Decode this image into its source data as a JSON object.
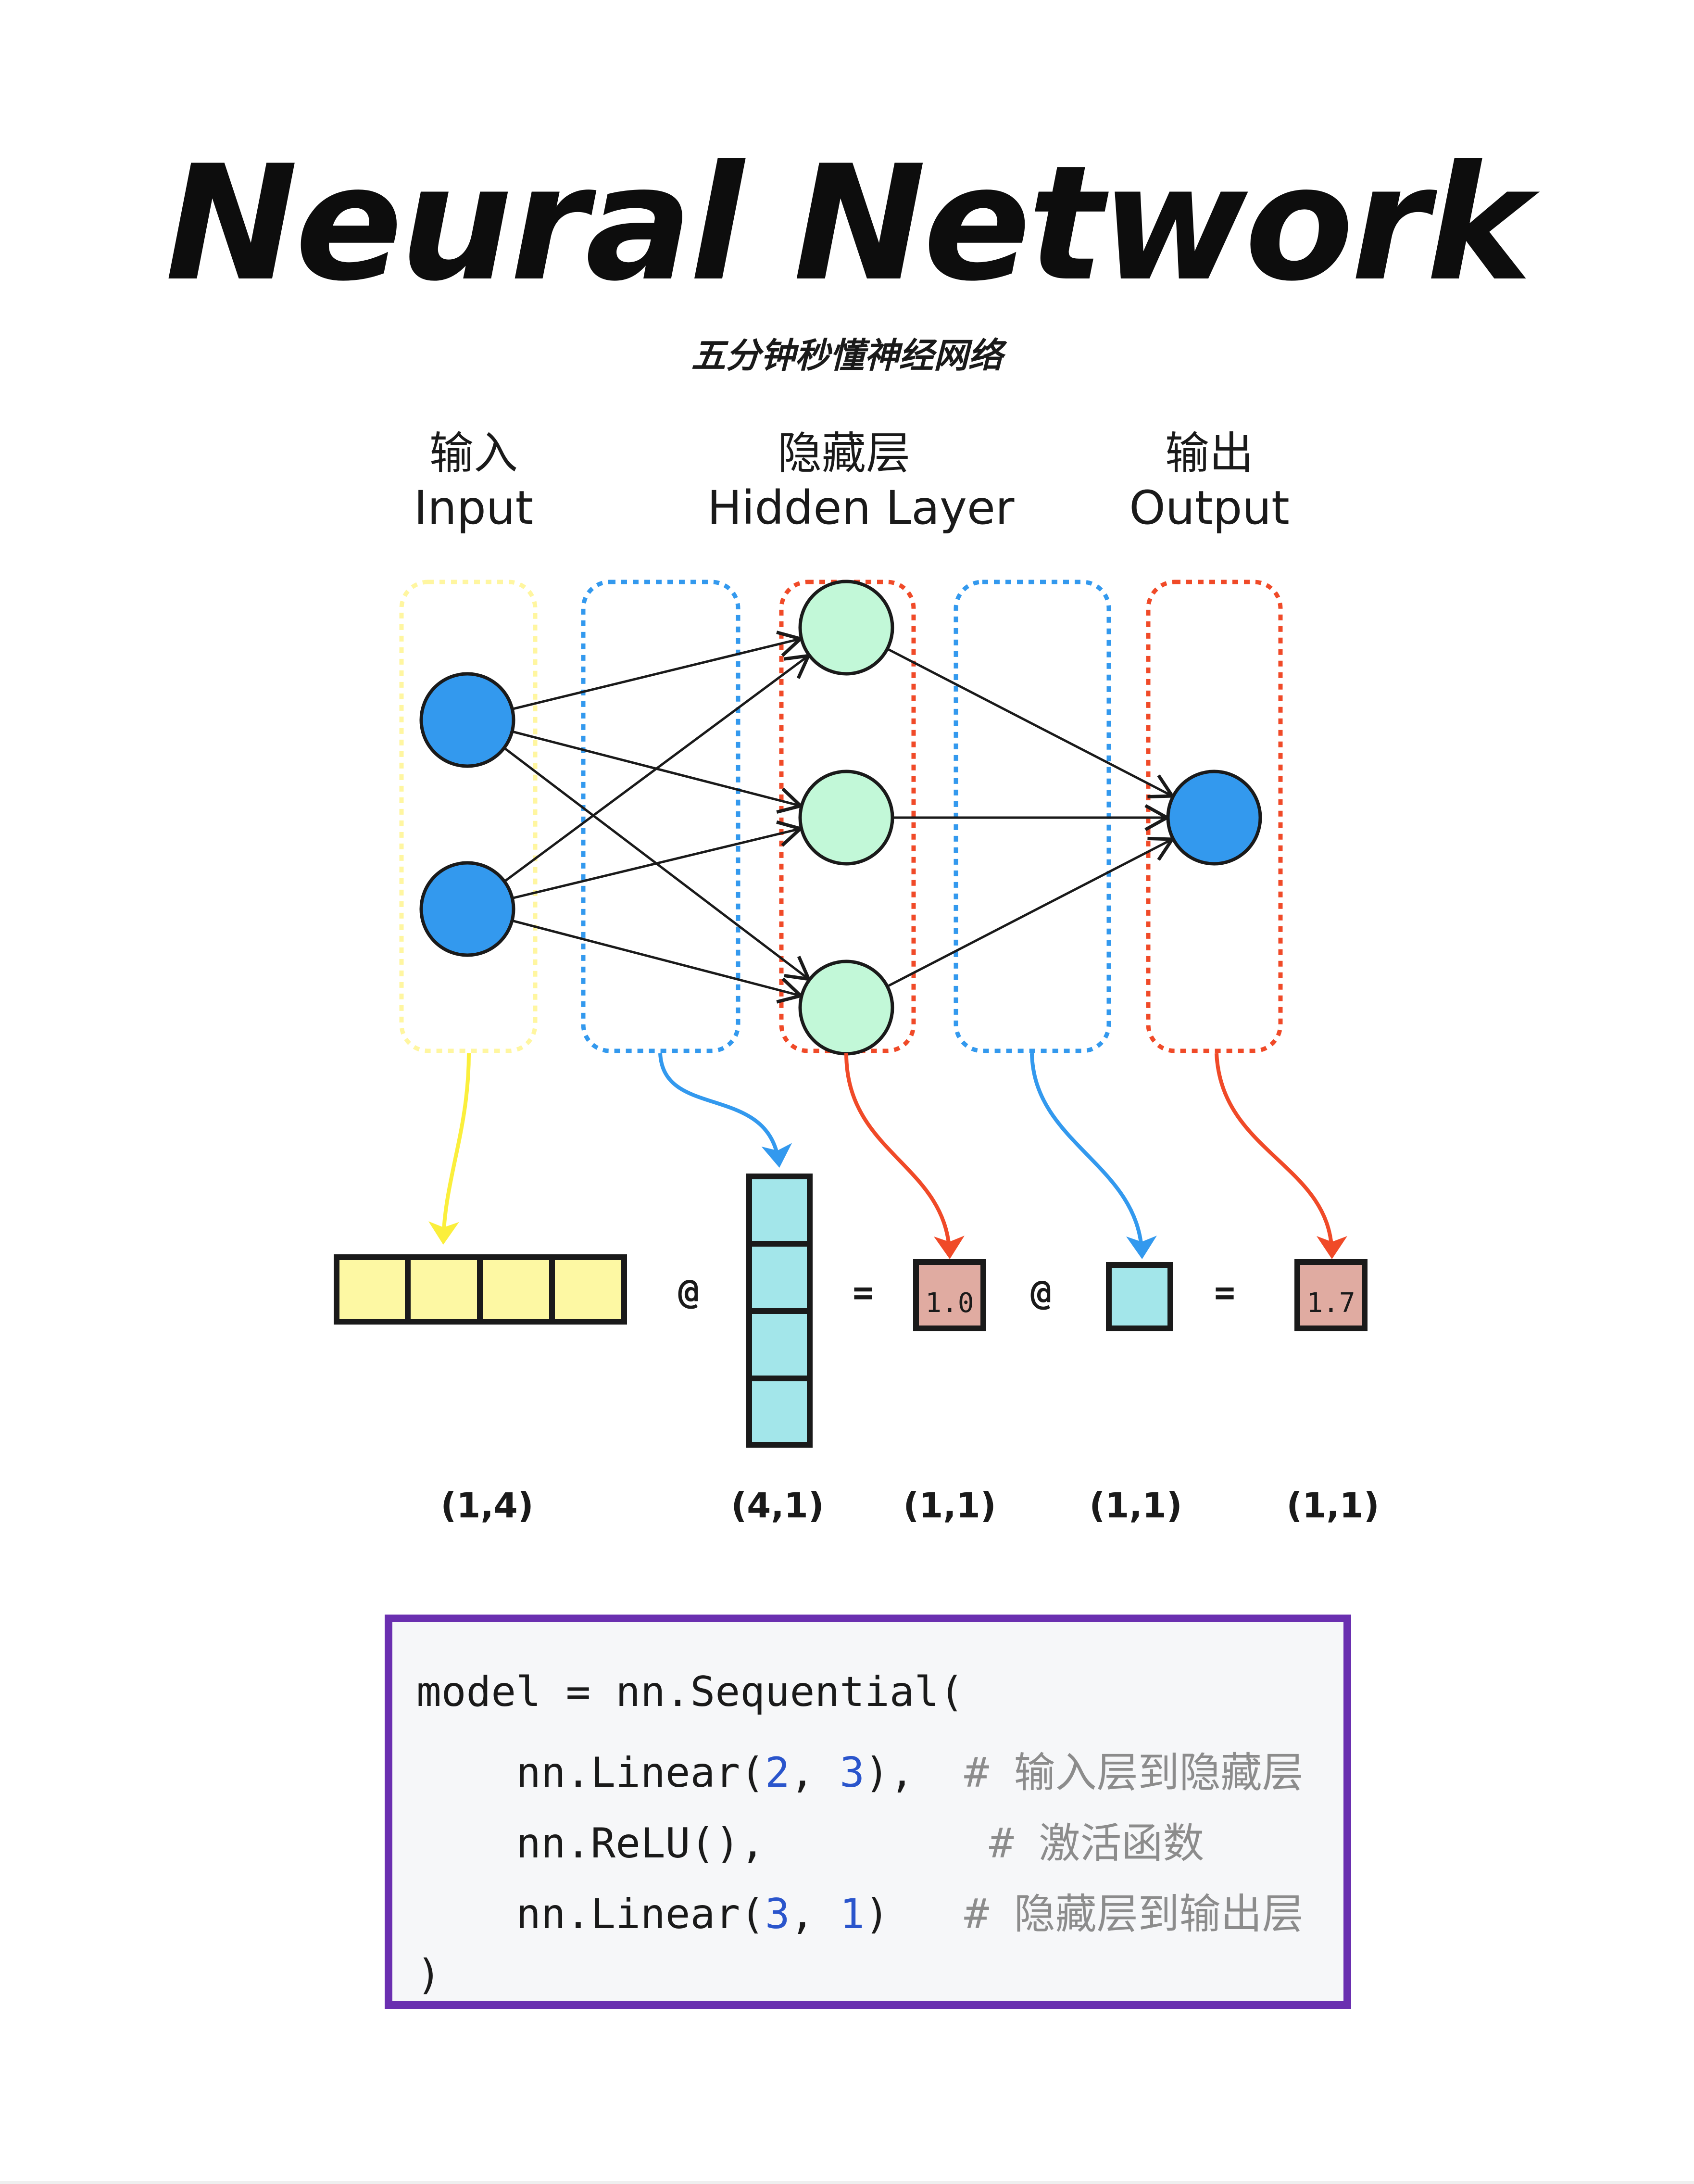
{
  "header": {
    "title": "Neural Network",
    "subtitle": "五分钟秒懂神经网络"
  },
  "layers": [
    {
      "zh": "输入",
      "en": "Input"
    },
    {
      "zh": "隐藏层",
      "en": "Hidden Layer"
    },
    {
      "zh": "输出",
      "en": "Output"
    }
  ],
  "network": {
    "input_nodes": 2,
    "hidden_nodes": 3,
    "output_nodes": 1,
    "colors": {
      "input_node": "#3399ee",
      "hidden_node": "#c2f8d8",
      "output_node": "#3399ee",
      "edge": "#1a1a1a",
      "yellow": "#fff35a",
      "yellow_dashed": "#fff6a0",
      "blue": "#3399ee",
      "red": "#f04a28"
    }
  },
  "equation": {
    "operators": [
      "@",
      "=",
      "@",
      "="
    ],
    "values": {
      "hidden_result": "1.0",
      "output_result": "1.7"
    },
    "shapes": [
      "(1,4)",
      "(4,1)",
      "(1,1)",
      "(1,1)",
      "(1,1)"
    ],
    "colors": {
      "input_cell": "#fdf8a3",
      "weight_cell": "#a3e6ea",
      "result_cell": "#e0aba1",
      "cell_border": "#1a1a1a"
    }
  },
  "code": {
    "border_color": "#6a2fb0",
    "lines": [
      {
        "code": "model = nn.Sequential(",
        "comment": ""
      },
      {
        "prefix": "    nn.Linear(",
        "n1": "2",
        "sep": ", ",
        "n2": "3",
        "suffix": "),  ",
        "comment": "# 输入层到隐藏层"
      },
      {
        "code": "    nn.ReLU(),         ",
        "comment": "# 激活函数"
      },
      {
        "prefix": "    nn.Linear(",
        "n1": "3",
        "sep": ", ",
        "n2": "1",
        "suffix": ")   ",
        "comment": "# 隐藏层到输出层"
      },
      {
        "code": ")",
        "comment": ""
      }
    ]
  }
}
